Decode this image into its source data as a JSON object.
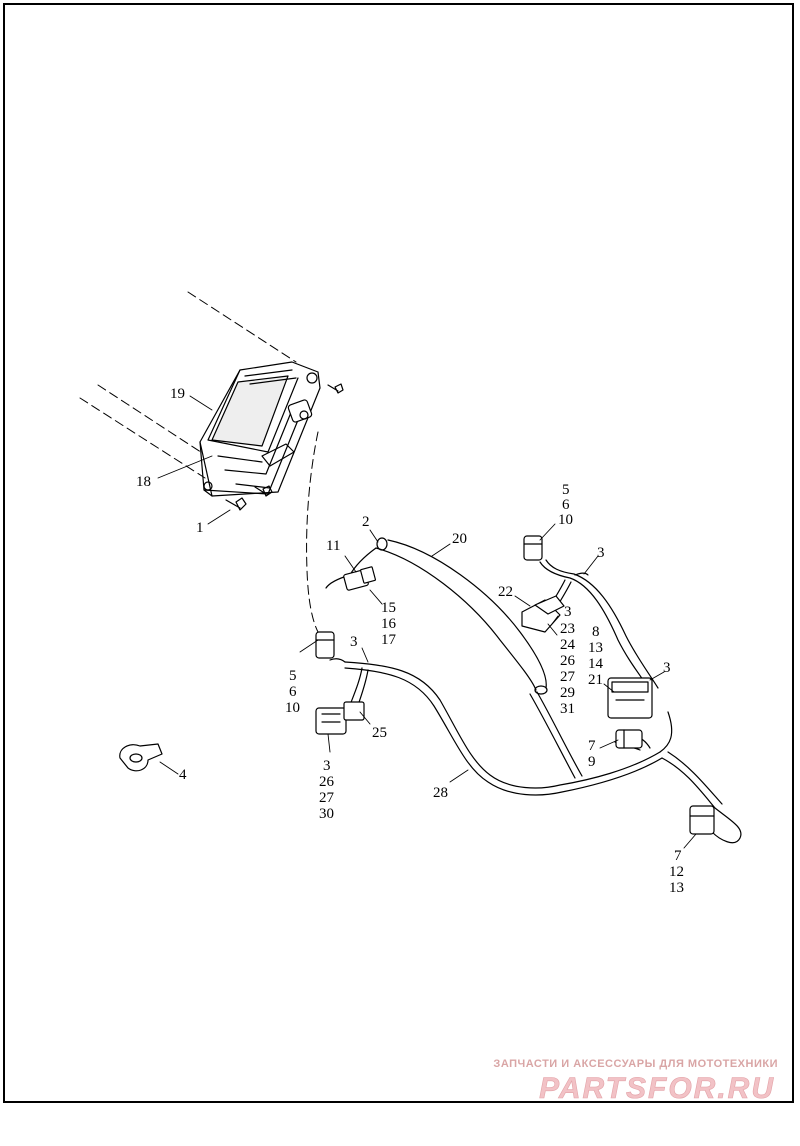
{
  "callouts": {
    "c1": "1",
    "c2": "2",
    "c3a": "3",
    "c3b": "3",
    "c3c": "3",
    "c3d": "3",
    "c3e": "3",
    "c4": "4",
    "c5a": "5",
    "c6a": "6",
    "c10a": "10",
    "c5b": "5",
    "c6b": "6",
    "c10b": "10",
    "c7a": "7",
    "c9": "9",
    "c7b": "7",
    "c12": "12",
    "c13b": "13",
    "c8": "8",
    "c13a": "13",
    "c14": "14",
    "c21": "21",
    "c11": "11",
    "c15": "15",
    "c16": "16",
    "c17": "17",
    "c18": "18",
    "c19": "19",
    "c20": "20",
    "c22": "22",
    "c23": "23",
    "c24a": "24",
    "c26a": "26",
    "c27a": "27",
    "c29": "29",
    "c31": "31",
    "c25": "25",
    "c26b": "26",
    "c27b": "27",
    "c30": "30",
    "c28": "28"
  },
  "watermark": {
    "caption": "ЗАПЧАСТИ И АКСЕССУАРЫ ДЛЯ МОТОТЕХНИКИ",
    "logo": "PARTSFOR.RU",
    "color": "#e8a0a6"
  }
}
